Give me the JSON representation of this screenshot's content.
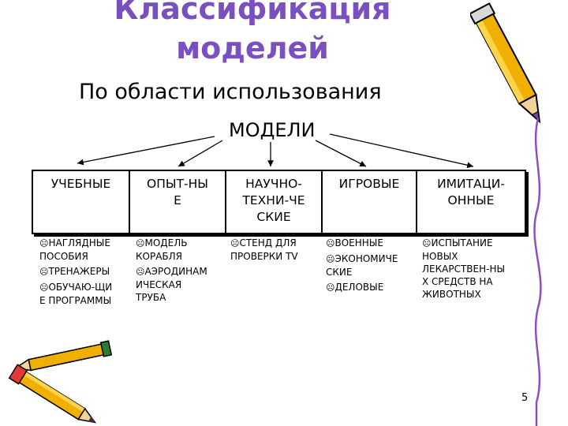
{
  "slide": {
    "title_line1": "Классификация",
    "title_line2": "моделей",
    "subtitle": "По области использования",
    "root": "МОДЕЛИ",
    "page_number": "5"
  },
  "categories": [
    {
      "label": "УЧЕБНЫЕ",
      "items": [
        "НАГЛЯДНЫЕ\nПОСОБИЯ",
        "ТРЕНАЖЕРЫ",
        "ОБУЧАЮ-ЩИ\nЕ ПРОГРАММЫ"
      ]
    },
    {
      "label": "ОПЫТ-НЫ\nЕ",
      "items": [
        "МОДЕЛЬ\nКОРАБЛЯ",
        "АЭРОДИНАМ\nИЧЕСКАЯ\nТРУБА"
      ]
    },
    {
      "label": "НАУЧНО-\nТЕХНИ-ЧЕ\nСКИЕ",
      "items": [
        "СТЕНД ДЛЯ\nПРОВЕРКИ TV"
      ]
    },
    {
      "label": "ИГРОВЫЕ",
      "items": [
        "ВОЕННЫЕ",
        "ЭКОНОМИЧЕ\nСКИЕ",
        "ДЕЛОВЫЕ"
      ]
    },
    {
      "label": "ИМИТАЦИ-\nОННЫЕ",
      "items": [
        "ИСПЫТАНИЕ\nНОВЫХ\nЛЕКАРСТВЕН-НЫ\nХ СРЕДСТВ НА\nЖИВОТНЫХ"
      ]
    }
  ],
  "icons": {
    "bullet": "sad-face-icon",
    "decoration_top": "pencil-icon",
    "decoration_bottom": "pencils-icon"
  },
  "colors": {
    "title": "#7a4fc0",
    "pencil_body": "#f0b000",
    "pencil_tip": "#7a3fb0"
  }
}
